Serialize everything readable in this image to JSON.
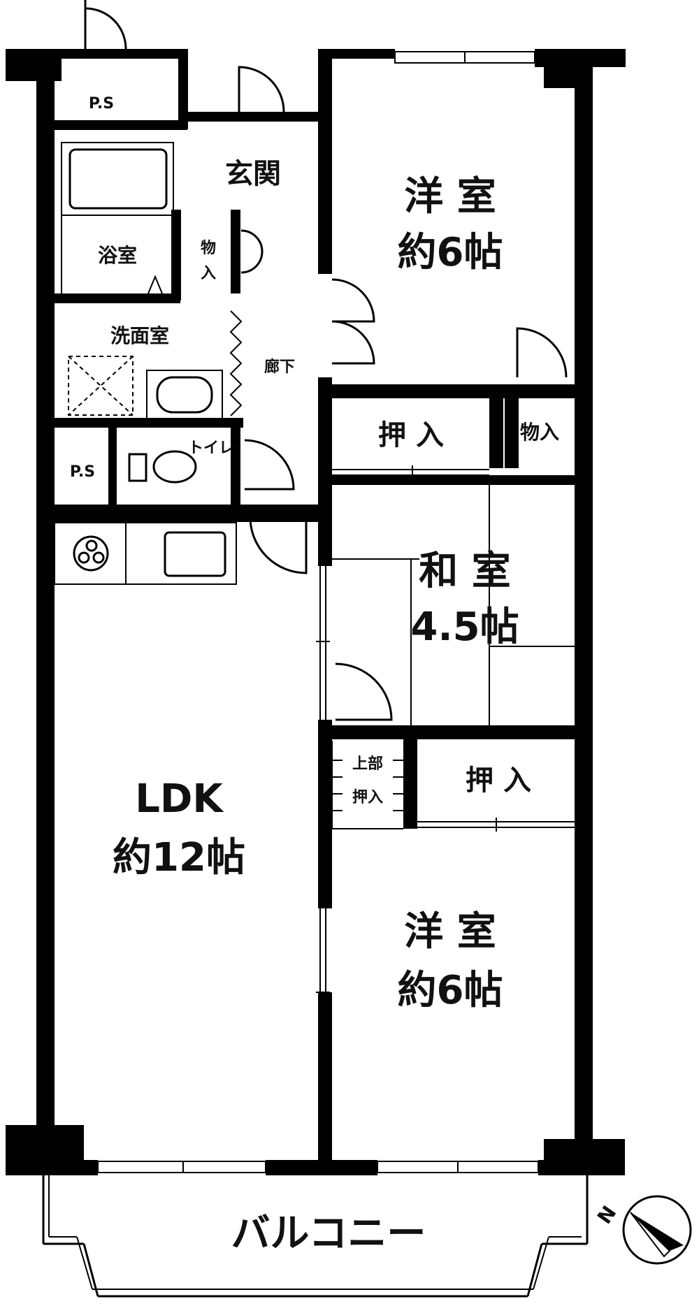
{
  "rooms": {
    "western_top": {
      "name": "洋 室",
      "size": "約6帖"
    },
    "japanese": {
      "name": "和 室",
      "size": "4.5帖"
    },
    "ldk": {
      "name": "LDK",
      "size": "約12帖"
    },
    "western_bottom": {
      "name": "洋 室",
      "size": "約6帖"
    }
  },
  "labels": {
    "ps_top": "P.S",
    "ps_mid": "P.S",
    "entrance": "玄関",
    "bath": "浴室",
    "storage_small_1": "物",
    "storage_small_2": "入",
    "washroom": "洗面室",
    "hallway": "廊下",
    "oshiire_1": "押 入",
    "storage_right": "物入",
    "toilet": "トイレ",
    "upper_storage_1": "上部",
    "upper_storage_2": "押入",
    "oshiire_2": "押 入",
    "balcony": "バルコニー",
    "compass_n": "N"
  }
}
